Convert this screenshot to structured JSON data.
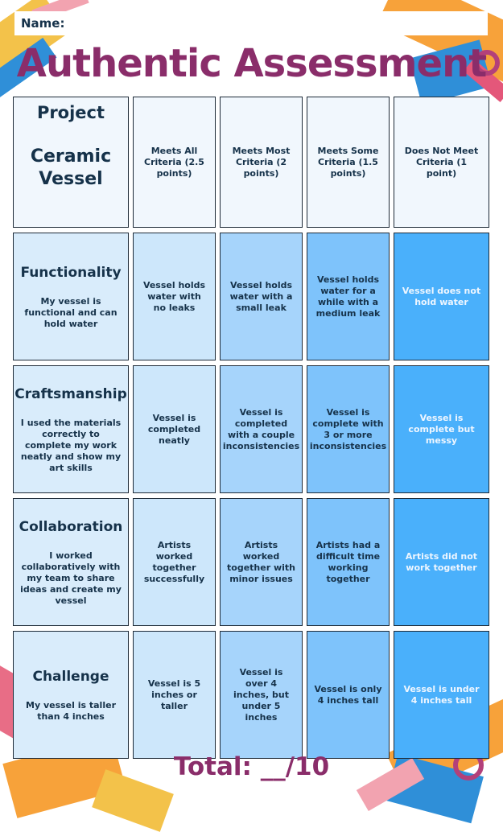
{
  "header": {
    "name_label": "Name:",
    "title": "Authentic Assessment"
  },
  "project": {
    "label": "Project",
    "name": "Ceramic Vessel"
  },
  "levels": [
    "Meets All Criteria (2.5 points)",
    "Meets Most Criteria (2 points)",
    "Meets Some Criteria (1.5 points)",
    "Does Not Meet Criteria (1 point)"
  ],
  "criteria": [
    {
      "title": "Functionality",
      "description": "My vessel is functional and can hold water",
      "cells": [
        "Vessel holds water with no leaks",
        "Vessel holds water with a small leak",
        "Vessel holds water for a while with a medium leak",
        "Vessel does not hold water"
      ]
    },
    {
      "title": "Craftsmanship",
      "description": "I used the materials correctly to complete my work neatly and show my art skills",
      "cells": [
        "Vessel is completed neatly",
        "Vessel is completed with a couple inconsistencies",
        "Vessel is complete with 3 or more inconsistencies",
        "Vessel is complete but messy"
      ]
    },
    {
      "title": "Collaboration",
      "description": "I worked collaboratively with my team to share ideas and create my vessel",
      "cells": [
        "Artists worked together successfully",
        "Artists worked together with minor issues",
        "Artists had a difficult time working together",
        "Artists did not work together"
      ]
    },
    {
      "title": "Challenge",
      "description": "My vessel is taller than 4 inches",
      "cells": [
        "Vessel is 5 inches or taller",
        "Vessel is over 4 inches, but under 5 inches",
        "Vessel is only 4 inches tall",
        "Vessel is under 4 inches tall"
      ]
    }
  ],
  "footer": {
    "total": "Total: __/10"
  },
  "colors": {
    "title": "#8a2d6a",
    "text": "#16324a",
    "level_shades": [
      "#cde7fb",
      "#a6d4fb",
      "#7ec3fb",
      "#4ab0fb"
    ]
  }
}
